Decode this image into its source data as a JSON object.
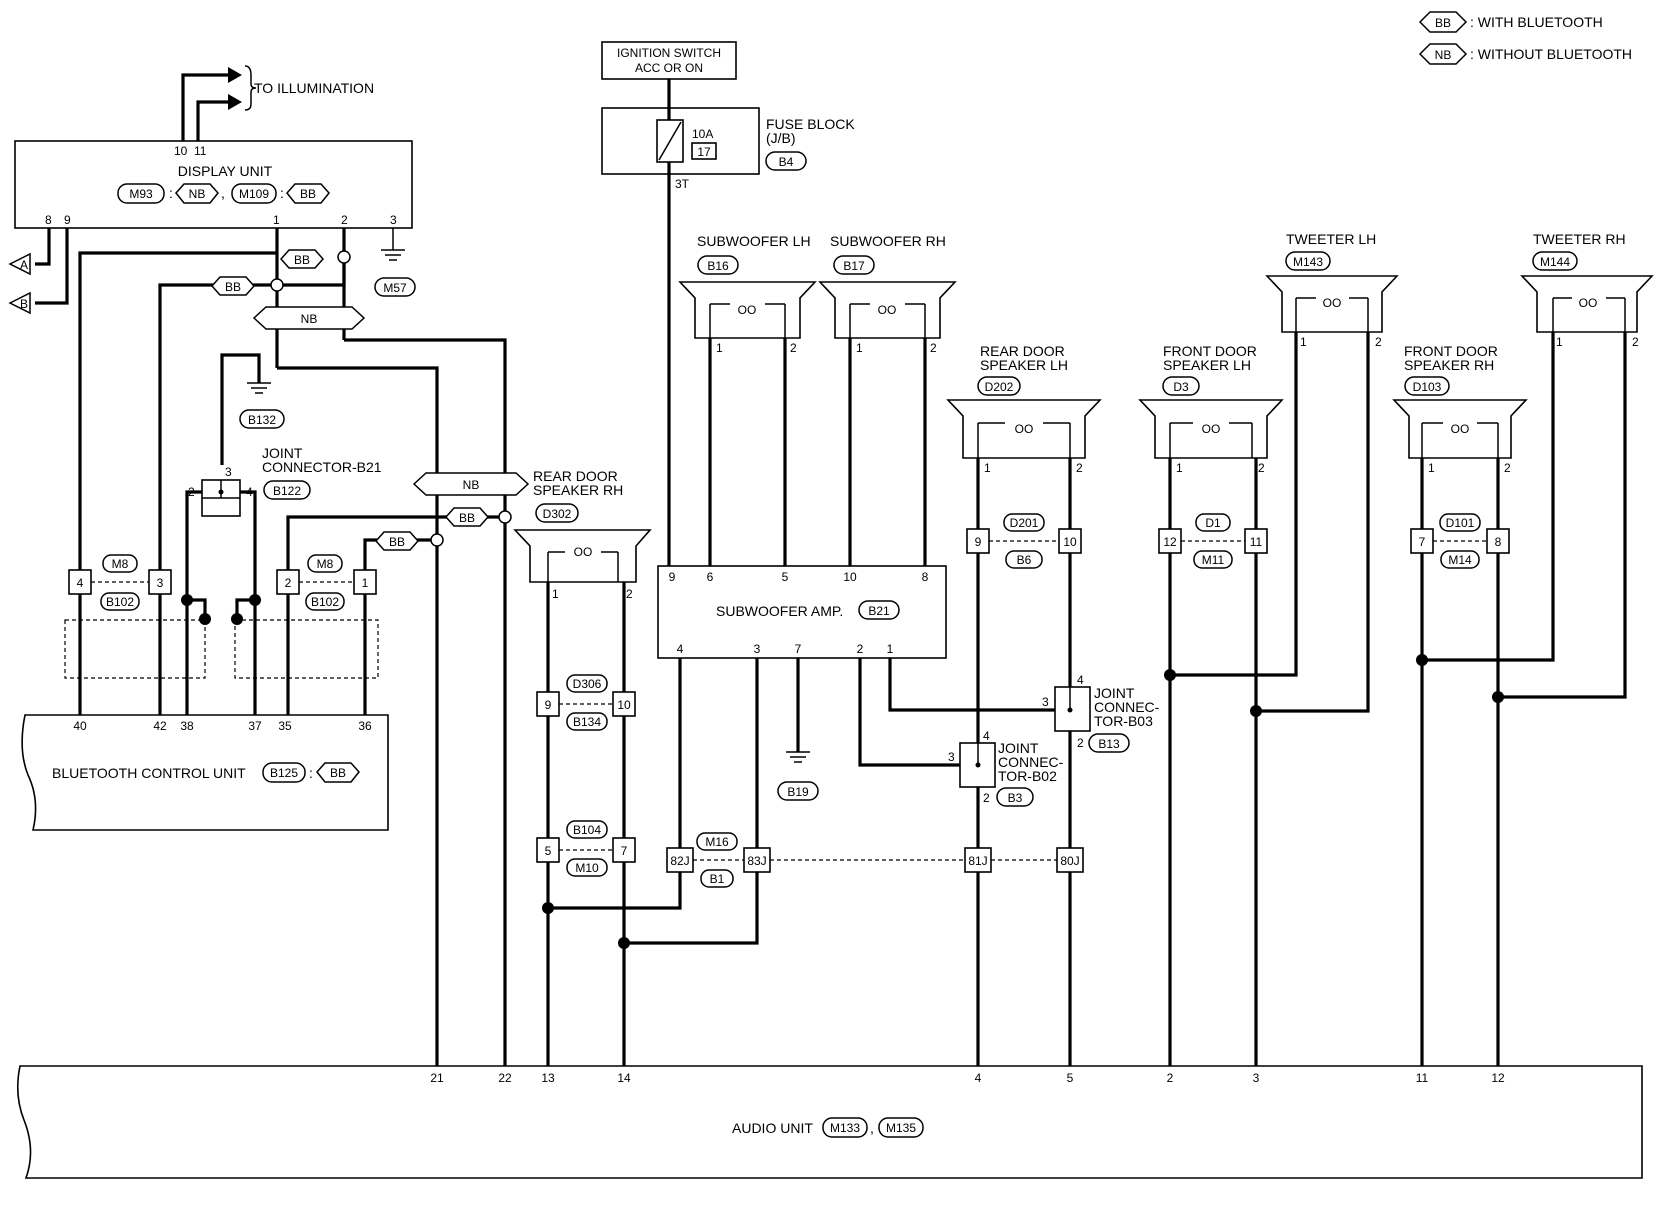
{
  "legend": {
    "bb_tag": "BB",
    "bb_text": ": WITH BLUETOOTH",
    "nb_tag": "NB",
    "nb_text": ": WITHOUT BLUETOOTH"
  },
  "tags": {
    "bb": "BB",
    "nb": "NB",
    "a": "A",
    "b": "B"
  },
  "display_unit": {
    "title": "DISPLAY UNIT",
    "conn1": "M93",
    "conn2": "M109",
    "sep1": ":",
    "sep2": ",",
    "sep3": ":",
    "illumination": "TO ILLUMINATION",
    "pin_labels": [
      "10",
      "11",
      "8",
      "9",
      "1",
      "2",
      "3"
    ]
  },
  "ignition": {
    "line1": "IGNITION SWITCH",
    "line2": "ACC OR ON"
  },
  "fuse": {
    "amps": "10A",
    "number": "17",
    "label_line1": "FUSE BLOCK",
    "label_line2": "(J/B)",
    "conn": "B4",
    "terminal": "3T"
  },
  "grounds": {
    "g1": "M57",
    "g2": "B132",
    "g3": "B19"
  },
  "joint_b21": {
    "line1": "JOINT",
    "line2": "CONNECTOR-B21",
    "conn": "B122",
    "pins": [
      "3",
      "2",
      "4"
    ]
  },
  "joint_b03": {
    "line1": "JOINT",
    "line2": "CONNEC-",
    "line3": "TOR-B03",
    "conn": "B13",
    "pins": [
      "4",
      "3",
      "2"
    ]
  },
  "joint_b02": {
    "line1": "JOINT",
    "line2": "CONNEC-",
    "line3": "TOR-B02",
    "conn": "B3",
    "pins": [
      "4",
      "3",
      "2"
    ]
  },
  "inline_m8": {
    "left": {
      "top": "M8",
      "bottom": "B102",
      "pins": [
        "4",
        "3"
      ]
    },
    "right": {
      "top": "M8",
      "bottom": "B102",
      "pins": [
        "2",
        "1"
      ]
    }
  },
  "bluetooth_unit": {
    "title": "BLUETOOTH CONTROL UNIT",
    "conn": "B125",
    "sep": ":",
    "pins": [
      "40",
      "42",
      "38",
      "37",
      "35",
      "36"
    ]
  },
  "speakers": {
    "rear_rh": {
      "line1": "REAR DOOR",
      "line2": "SPEAKER RH",
      "conn": "D302",
      "pins": [
        "1",
        "2"
      ]
    },
    "sub_lh": {
      "name": "SUBWOOFER LH",
      "conn": "B16",
      "pins": [
        "1",
        "2"
      ]
    },
    "sub_rh": {
      "name": "SUBWOOFER RH",
      "conn": "B17",
      "pins": [
        "1",
        "2"
      ]
    },
    "rear_lh": {
      "line1": "REAR DOOR",
      "line2": "SPEAKER LH",
      "conn": "D202",
      "pins": [
        "1",
        "2"
      ]
    },
    "front_lh": {
      "line1": "FRONT DOOR",
      "line2": "SPEAKER LH",
      "conn": "D3",
      "pins": [
        "1",
        "2"
      ]
    },
    "tweeter_lh": {
      "name": "TWEETER LH",
      "conn": "M143",
      "pins": [
        "1",
        "2"
      ]
    },
    "front_rh": {
      "line1": "FRONT DOOR",
      "line2": "SPEAKER RH",
      "conn": "D103",
      "pins": [
        "1",
        "2"
      ]
    },
    "tweeter_rh": {
      "name": "TWEETER RH",
      "conn": "M144",
      "pins": [
        "1",
        "2"
      ]
    },
    "coil": "OO"
  },
  "inline": {
    "d306": {
      "top": "D306",
      "bottom": "B134",
      "pins": [
        "9",
        "10"
      ]
    },
    "b104": {
      "top": "B104",
      "bottom": "M10",
      "pins": [
        "5",
        "7"
      ]
    },
    "d201": {
      "top": "D201",
      "bottom": "B6",
      "pins": [
        "9",
        "10"
      ]
    },
    "d1": {
      "top": "D1",
      "bottom": "M11",
      "pins": [
        "12",
        "11"
      ]
    },
    "d101": {
      "top": "D101",
      "bottom": "M14",
      "pins": [
        "7",
        "8"
      ]
    },
    "m16": {
      "top": "M16",
      "bottom": "B1",
      "pins": [
        "82J",
        "83J",
        "81J",
        "80J"
      ]
    }
  },
  "sub_amp": {
    "title": "SUBWOOFER AMP.",
    "conn": "B21",
    "top_pins": [
      "9",
      "6",
      "5",
      "10",
      "8"
    ],
    "bottom_pins": [
      "4",
      "3",
      "7",
      "2",
      "1"
    ]
  },
  "audio_unit": {
    "title": "AUDIO UNIT",
    "conn1": "M133",
    "conn2": "M135",
    "sep": ",",
    "pins": [
      "21",
      "22",
      "13",
      "14",
      "4",
      "5",
      "2",
      "3",
      "11",
      "12"
    ]
  }
}
